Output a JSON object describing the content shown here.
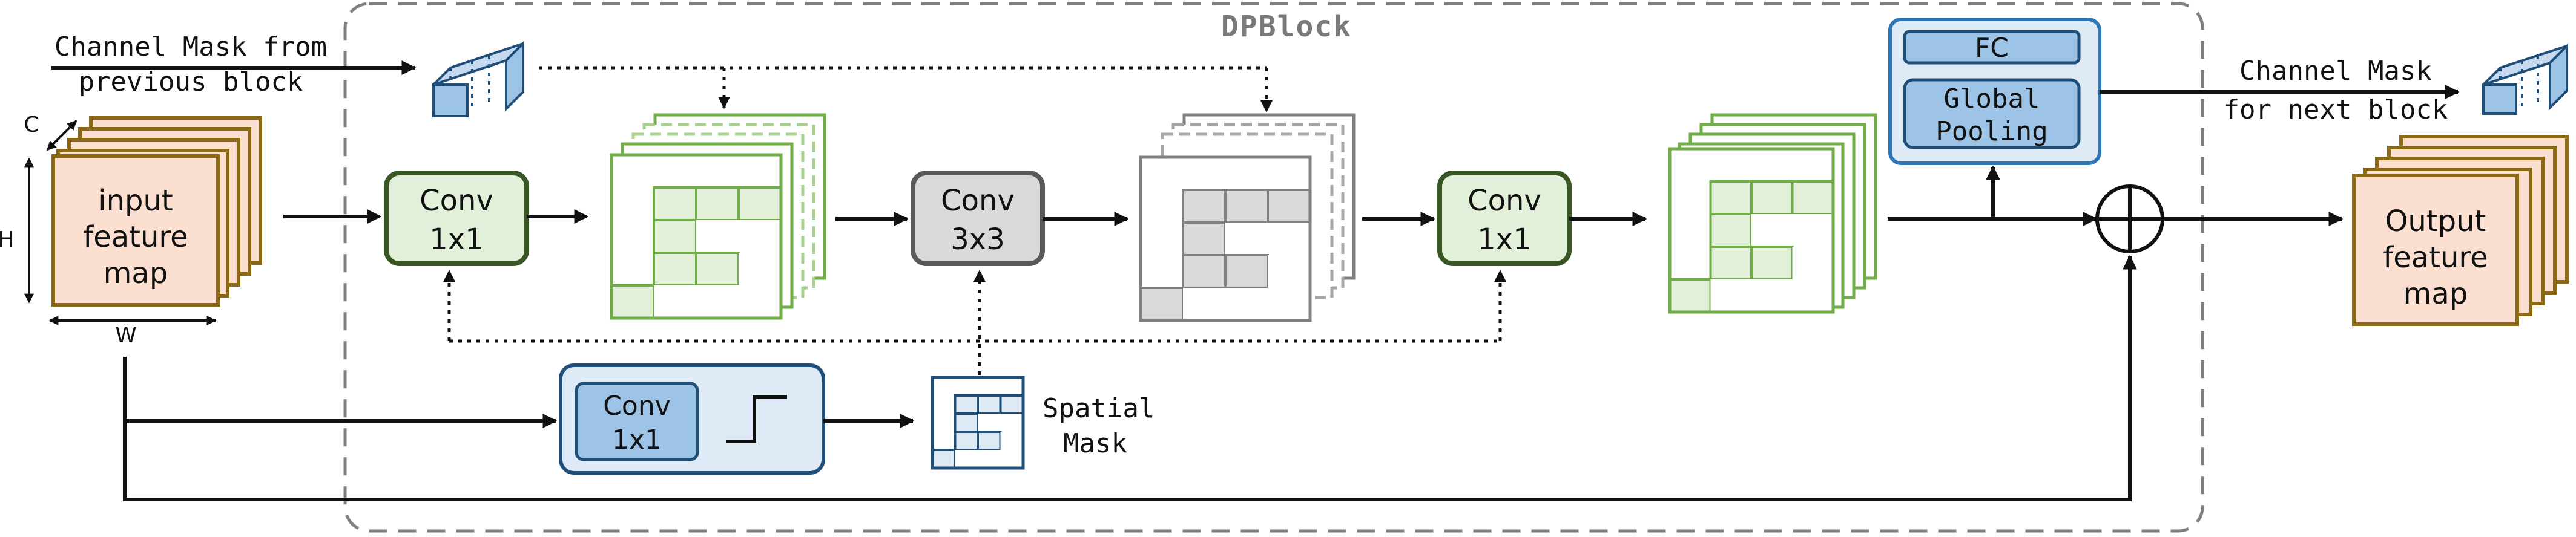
{
  "title": "DPBlock",
  "labels": {
    "channel_mask_in_line1": "Channel Mask from",
    "channel_mask_in_line2": "previous block",
    "input_line1": "input",
    "input_line2": "feature",
    "input_line3": "map",
    "axis_c": "C",
    "axis_h": "H",
    "axis_w": "W",
    "conv1_line1": "Conv",
    "conv1_line2": "1x1",
    "conv2_line1": "Conv",
    "conv2_line2": "3x3",
    "conv3_line1": "Conv",
    "conv3_line2": "1x1",
    "mask_conv_line1": "Conv",
    "mask_conv_line2": "1x1",
    "spatial_line1": "Spatial",
    "spatial_line2": "Mask",
    "fc": "FC",
    "pool_line1": "Global",
    "pool_line2": "Pooling",
    "channel_mask_out_line1": "Channel Mask",
    "channel_mask_out_line2": "for next block",
    "output_line1": "Output",
    "output_line2": "feature",
    "output_line3": "map"
  },
  "colors": {
    "feature_map_fill": "#fbe0d2",
    "feature_map_stroke": "#8b6914",
    "conv_green_fill": "#e2efd9",
    "conv_green_stroke": "#375623",
    "conv_gray_fill": "#d9d9d9",
    "conv_gray_stroke": "#595959",
    "grid_green": "#70ad47",
    "grid_green_fill": "#e2efd9",
    "grid_gray": "#808080",
    "grid_gray_fill": "#d9d9d9",
    "blue_box_fill": "#deebf7",
    "blue_box_stroke": "#2e75b6",
    "blue_inner_fill": "#9dc3e6",
    "blue_inner_stroke": "#1f4e79",
    "block_border": "#7f7f7f"
  }
}
